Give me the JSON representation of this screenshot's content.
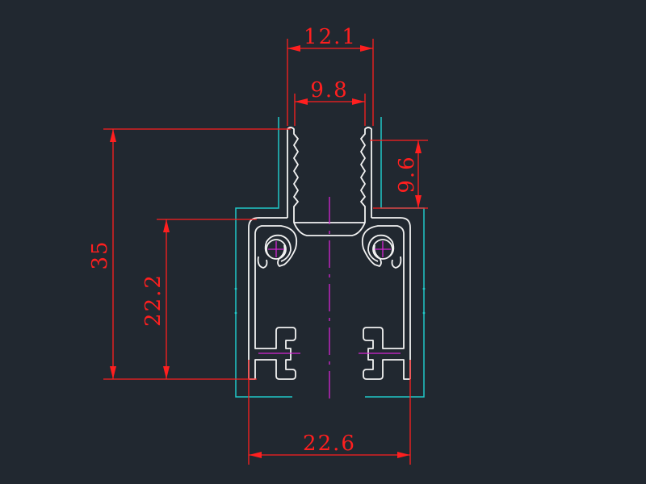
{
  "drawing": {
    "background": "#212830",
    "colors": {
      "dimension": "#ff1f1f",
      "profile": "#f2f2f2",
      "outline": "#21c8c8",
      "centerline": "#d426d4"
    },
    "dimensions": {
      "top_width": "12.1",
      "inner_width": "9.8",
      "clip_height": "9.6",
      "total_height": "35",
      "body_height": "22.2",
      "base_width": "22.6"
    }
  }
}
